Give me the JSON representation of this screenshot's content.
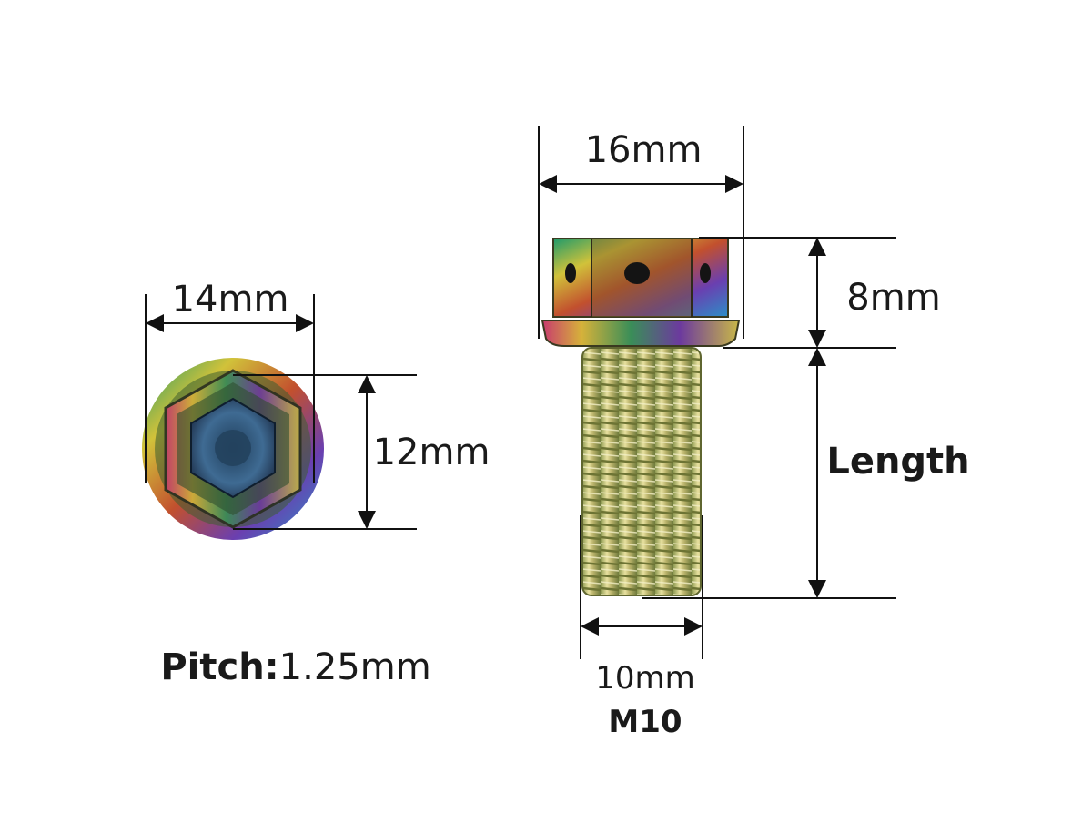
{
  "labels": {
    "end_width": "14mm",
    "end_height": "12mm",
    "pitch_label": "Pitch:",
    "pitch_value": "1.25mm",
    "head_width": "16mm",
    "head_height": "8mm",
    "length": "Length",
    "thread_diameter": "10mm",
    "thread_size": "M10"
  },
  "colors": {
    "dimension_line": "#111111",
    "text": "#1a1a1a"
  },
  "icons": {
    "end_view": "bolt-end-view-icon",
    "side_view": "bolt-side-view-icon"
  }
}
